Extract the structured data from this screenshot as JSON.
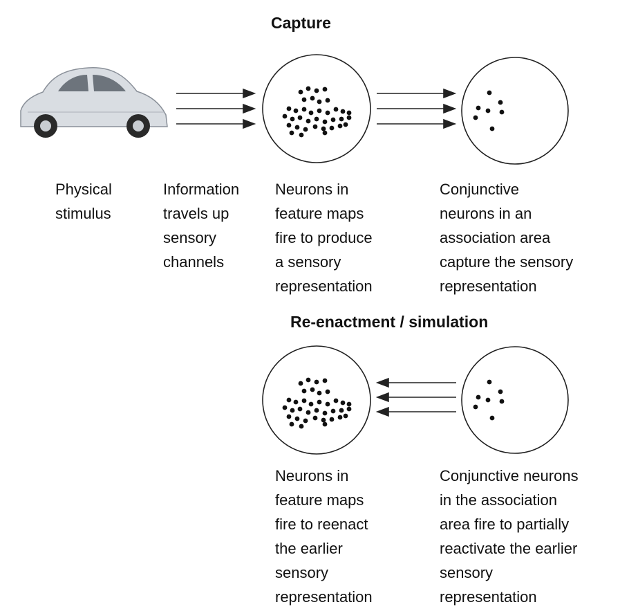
{
  "titles": {
    "capture": "Capture",
    "reenactment": "Re-enactment / simulation"
  },
  "labels": {
    "physical_stimulus": [
      "Physical",
      "stimulus"
    ],
    "information": [
      "Information",
      "travels up",
      "sensory",
      "channels"
    ],
    "capture_feature_neurons": [
      "Neurons in",
      "feature maps",
      "fire to produce",
      "a sensory",
      "representation"
    ],
    "capture_conjunctive": [
      "Conjunctive",
      "neurons in an",
      "association area",
      "capture the sensory",
      "representation"
    ],
    "reenact_feature_neurons": [
      "Neurons in",
      "feature maps",
      "fire to reenact",
      "the earlier",
      "sensory",
      "representation"
    ],
    "reenact_conjunctive": [
      "Conjunctive neurons",
      "in the association",
      "area fire to partially",
      "reactivate the earlier",
      "sensory",
      "representation"
    ]
  },
  "icons": {
    "stimulus": "car-icon",
    "neuron": "neuron-dot"
  },
  "colors": {
    "car_body": "#d9dde2",
    "line": "#222222",
    "dot": "#111111"
  }
}
